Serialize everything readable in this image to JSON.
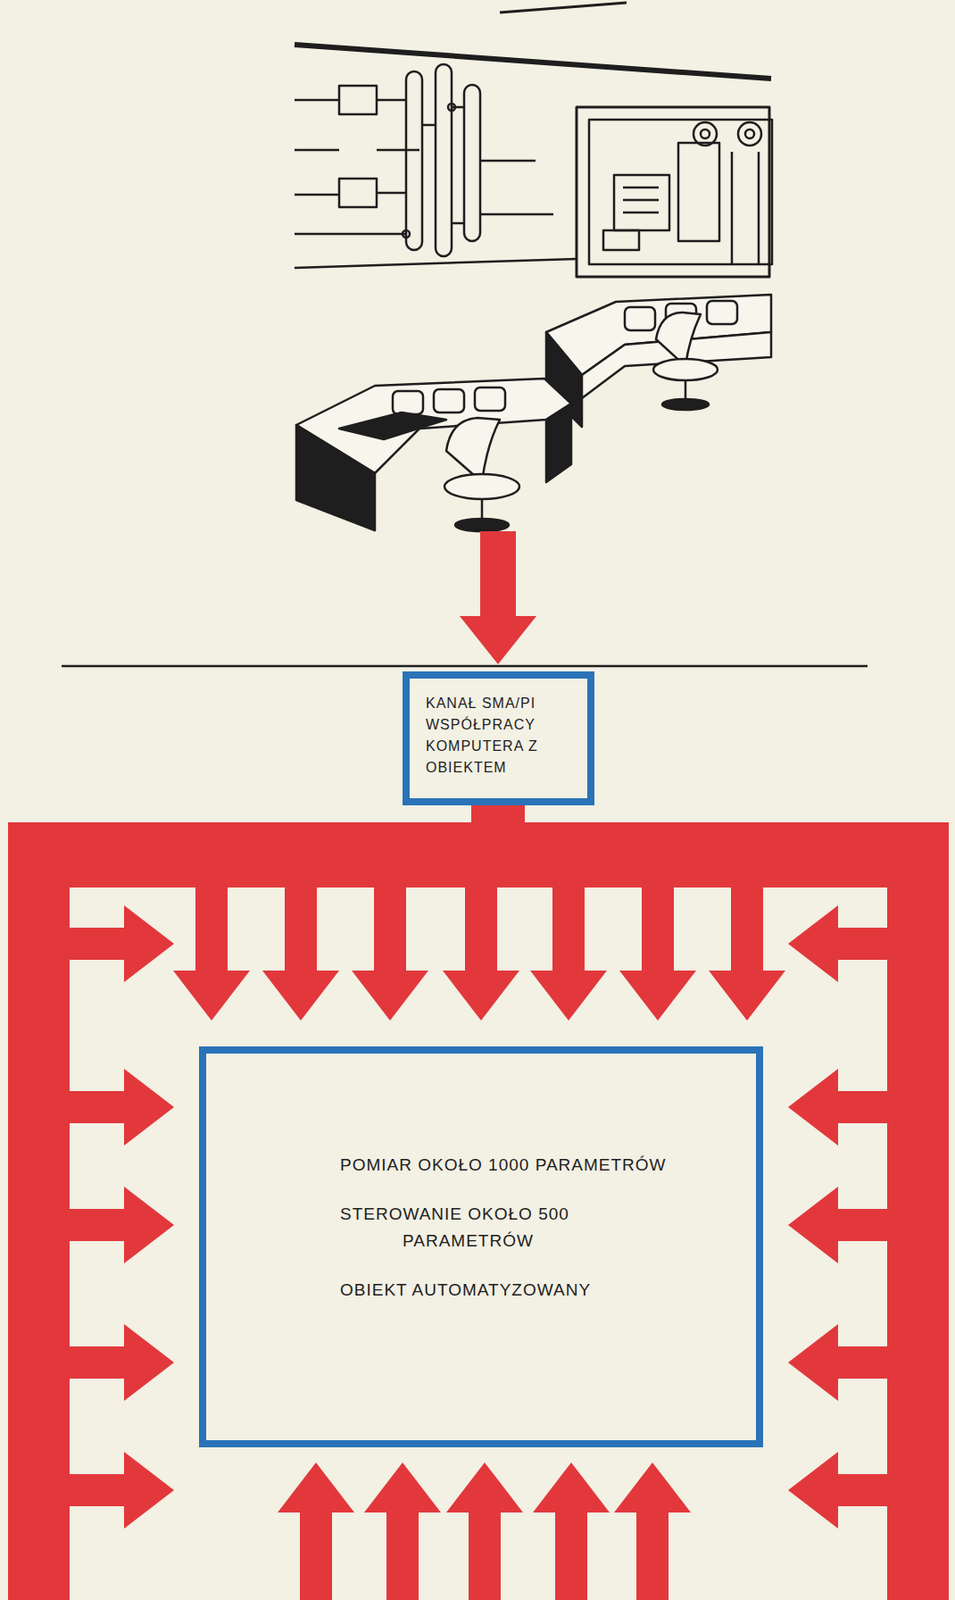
{
  "diagram": {
    "nodes": [
      {
        "text": [
          "KANAŁ SMA/PI WSPÓŁPRACY KOMPUTERA Z OBIEKTEM"
        ]
      },
      {
        "text": [
          "POMIAR OKOŁO 1000 PARAMETRÓW",
          "STEROWANIE OKOŁO 500 PARAMETRÓW",
          "OBIEKT AUTOMATYZOWANY"
        ]
      }
    ],
    "edges": [
      {
        "from": 0,
        "to": 1,
        "arrow": "to"
      }
    ]
  }
}
